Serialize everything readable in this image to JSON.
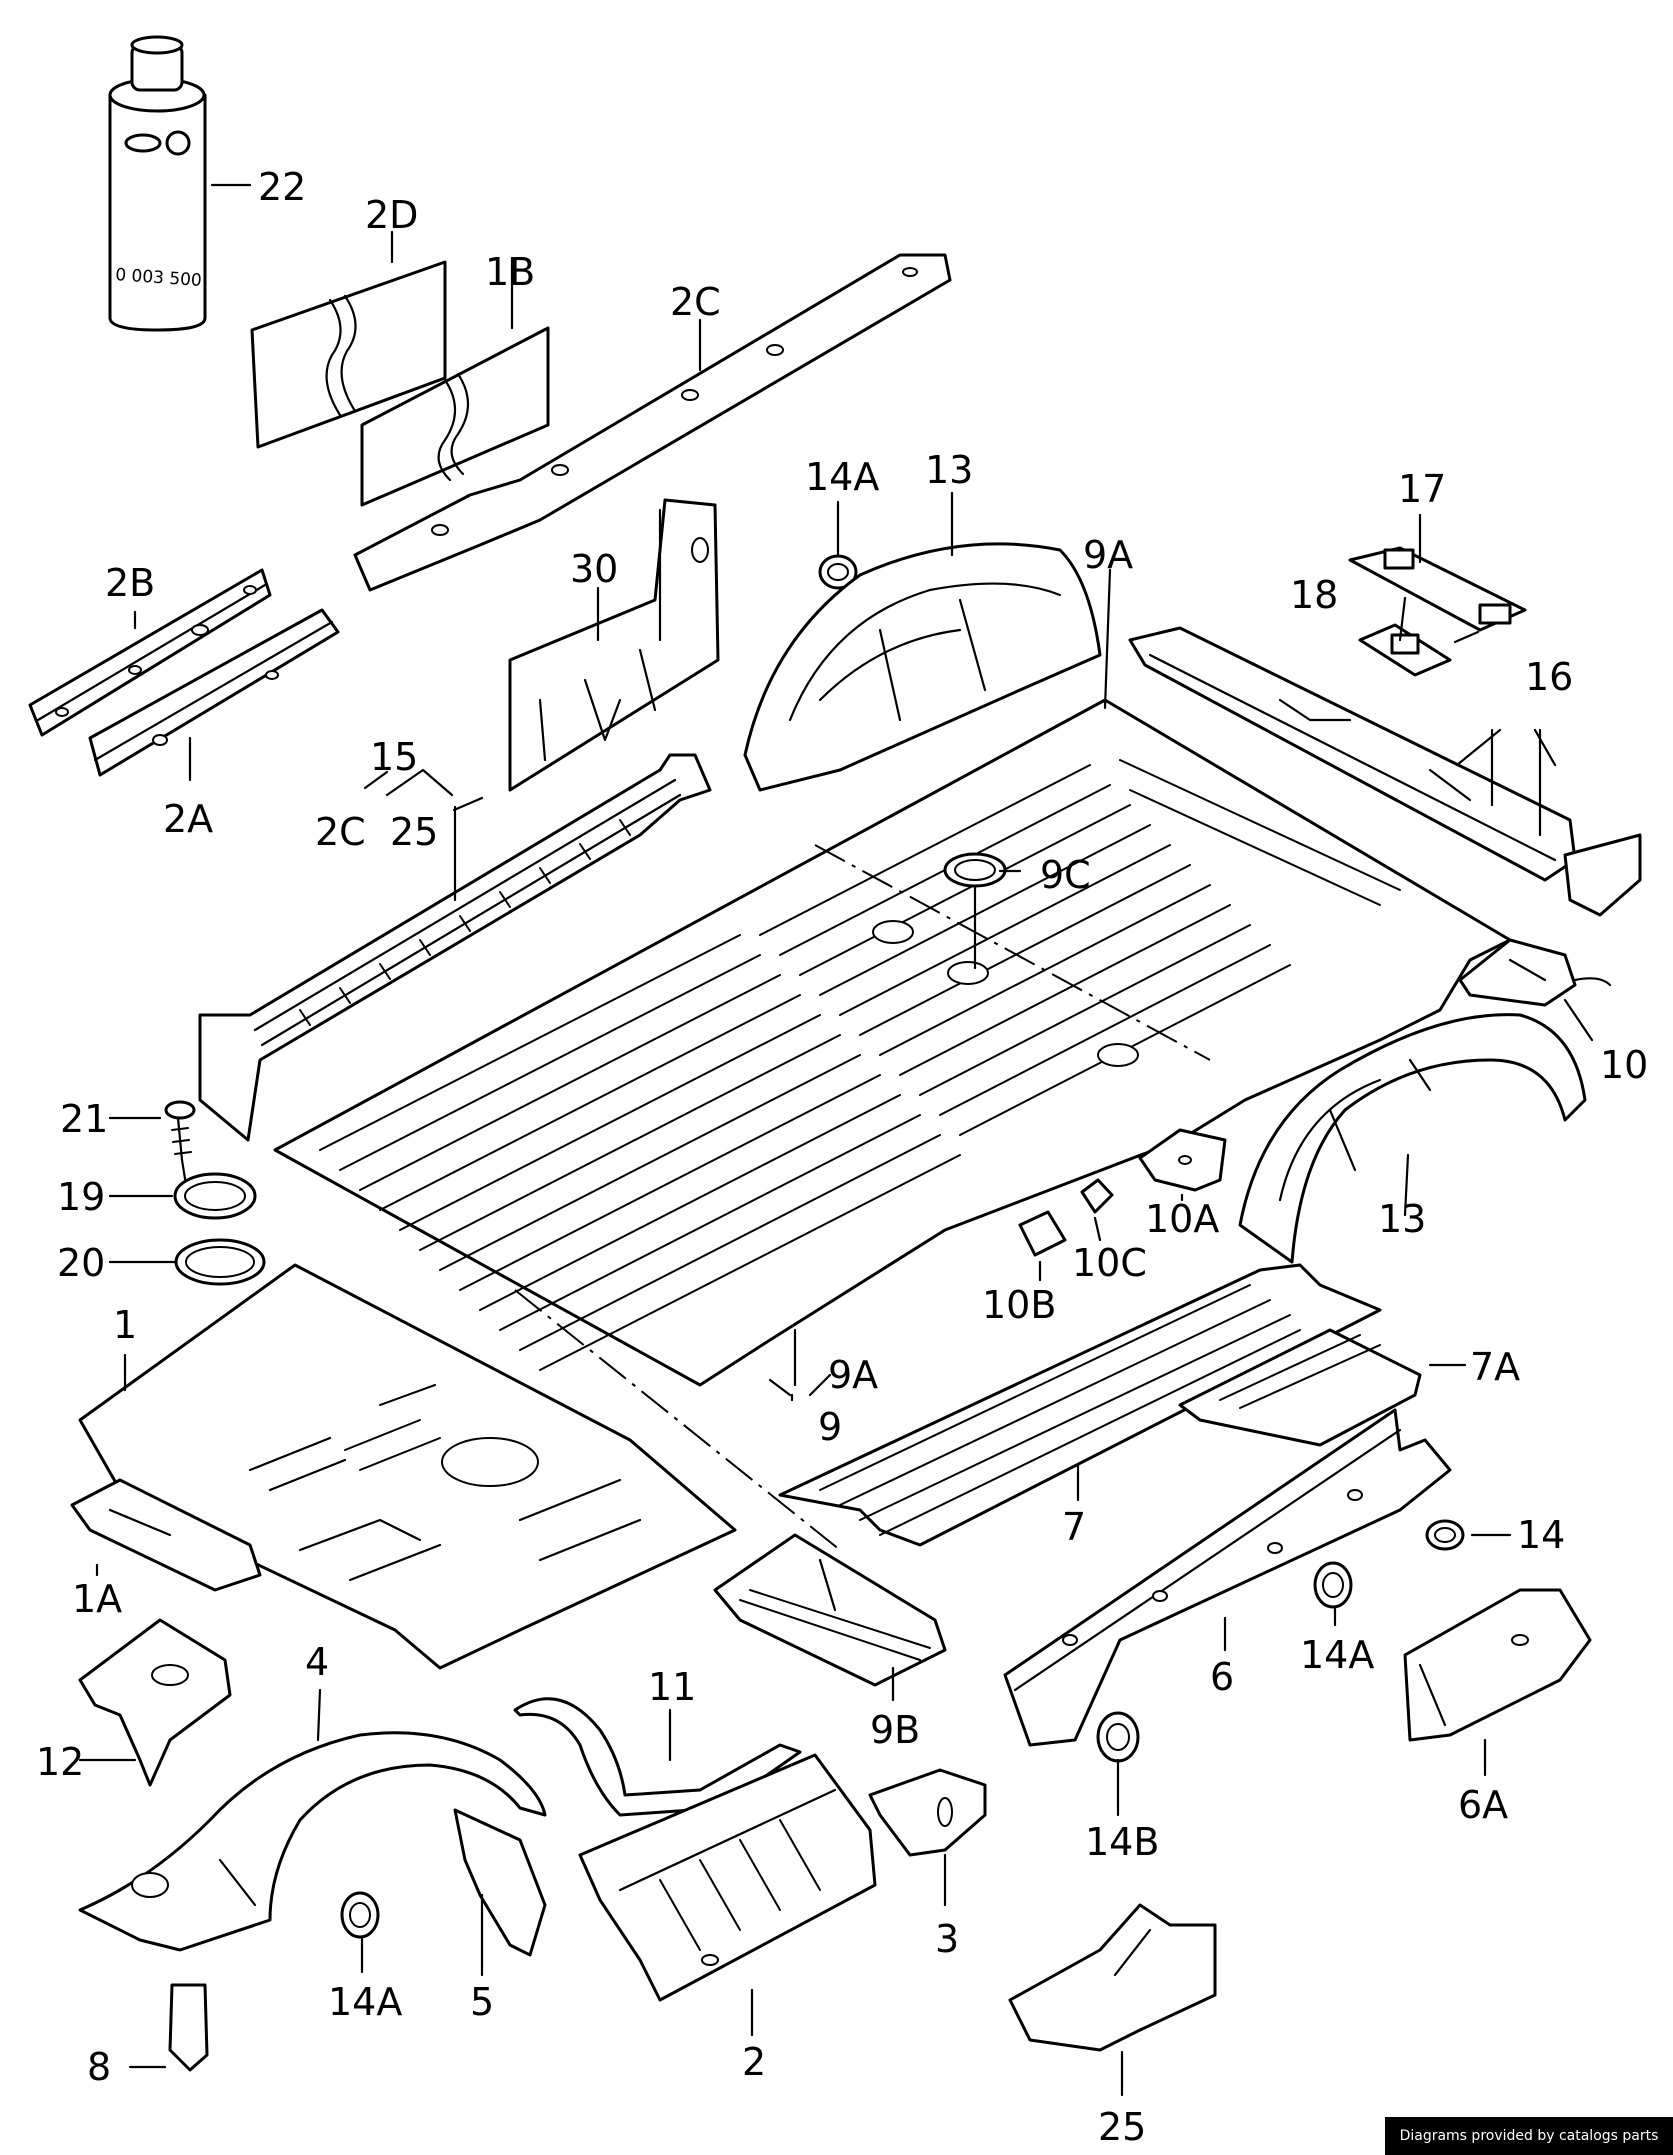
{
  "credit": "Diagrams provided by catalogs parts",
  "can_label": "0 003 500",
  "callouts": {
    "c22": "22",
    "c2D": "2D",
    "c1B": "1B",
    "c2C": "2C",
    "c2B": "2B",
    "c2A": "2A",
    "c30": "30",
    "c14A_top": "14A",
    "c13_top": "13",
    "c9A_top": "9A",
    "c17": "17",
    "c18": "18",
    "c16": "16",
    "c15": "15",
    "c15_2C": "2C",
    "c15_25": "25",
    "c9C": "9C",
    "c10": "10",
    "c21": "21",
    "c19": "19",
    "c20": "20",
    "c13_right": "13",
    "c10A": "10A",
    "c10C": "10C",
    "c10B": "10B",
    "c1": "1",
    "c9A_bottom": "9A",
    "c9": "9",
    "c7A": "7A",
    "c7": "7",
    "c1A": "1A",
    "c14": "14",
    "c12": "12",
    "c4": "4",
    "c11": "11",
    "c9B": "9B",
    "c6": "6",
    "c14A_right": "14A",
    "c6A": "6A",
    "c3": "3",
    "c14B": "14B",
    "c14A_bottom": "14A",
    "c5": "5",
    "c2": "2",
    "c8": "8",
    "c25_bottom": "25"
  }
}
